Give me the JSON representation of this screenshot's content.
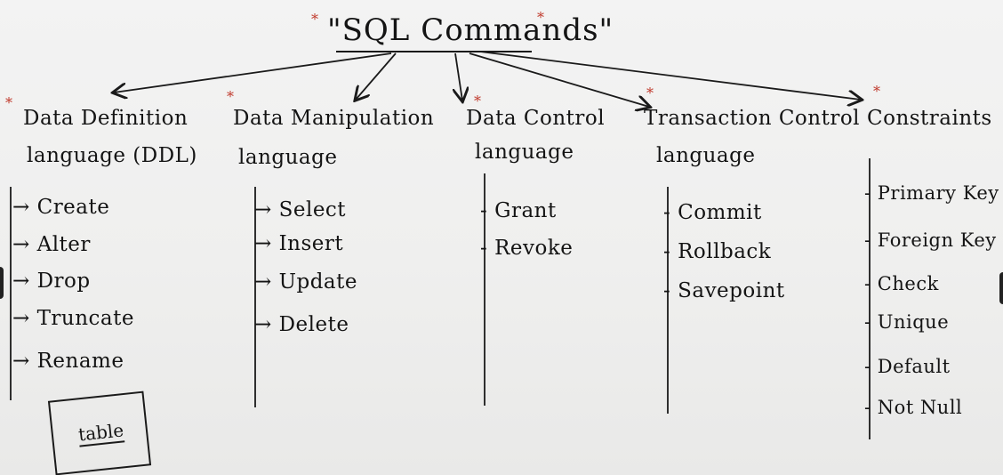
{
  "title": "\"SQL Commands\"",
  "categories": [
    {
      "id": "ddl",
      "line1": "Data Definition",
      "line2": "language (DDL)",
      "prefix": "→",
      "items": [
        "Create",
        "Alter",
        "Drop",
        "Truncate",
        "Rename"
      ]
    },
    {
      "id": "dml",
      "line1": "Data Manipulation",
      "line2": "language",
      "prefix": "→",
      "items": [
        "Select",
        "Insert",
        "Update",
        "Delete"
      ]
    },
    {
      "id": "dcl",
      "line1": "Data Control",
      "line2": "language",
      "prefix": "-",
      "items": [
        "Grant",
        "Revoke"
      ]
    },
    {
      "id": "tcl",
      "line1": "Transaction Control",
      "line2": "language",
      "prefix": "-",
      "items": [
        "Commit",
        "Rollback",
        "Savepoint"
      ]
    },
    {
      "id": "constraints",
      "line1": "Constraints",
      "line2": "",
      "prefix": "-",
      "items": [
        "Primary Key",
        "Foreign Key",
        "Check",
        "Unique",
        "Default",
        "Not Null"
      ]
    }
  ],
  "note": {
    "label": "table"
  },
  "colors": {
    "ink": "#141414",
    "accent_marks": "#c0392b",
    "background": "#f0f0ef"
  }
}
